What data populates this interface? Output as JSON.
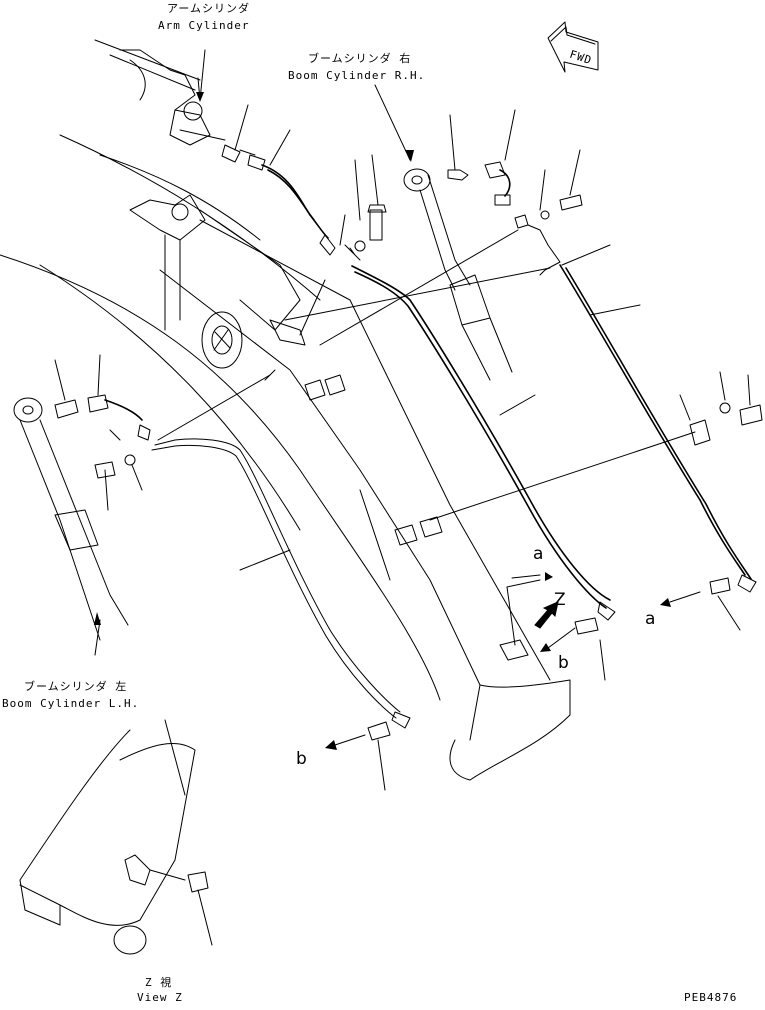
{
  "labels": {
    "arm_cylinder_jp": "アームシリンダ",
    "arm_cylinder_en": "Arm Cylinder",
    "boom_rh_jp": "ブームシリンダ 右",
    "boom_rh_en": "Boom Cylinder R.H.",
    "boom_lh_jp": "ブームシリンダ 左",
    "boom_lh_en": "Boom Cylinder L.H.",
    "fwd": "FWD",
    "view_z_jp": "Z 視",
    "view_z_en": "View Z",
    "z_marker": "Z",
    "a_marker": "a",
    "b_marker": "b",
    "drawing_no": "PEB4876"
  },
  "icons": {
    "fwd_arrow": "fwd-arrow-icon",
    "view_arrow": "view-direction-arrow-icon"
  }
}
